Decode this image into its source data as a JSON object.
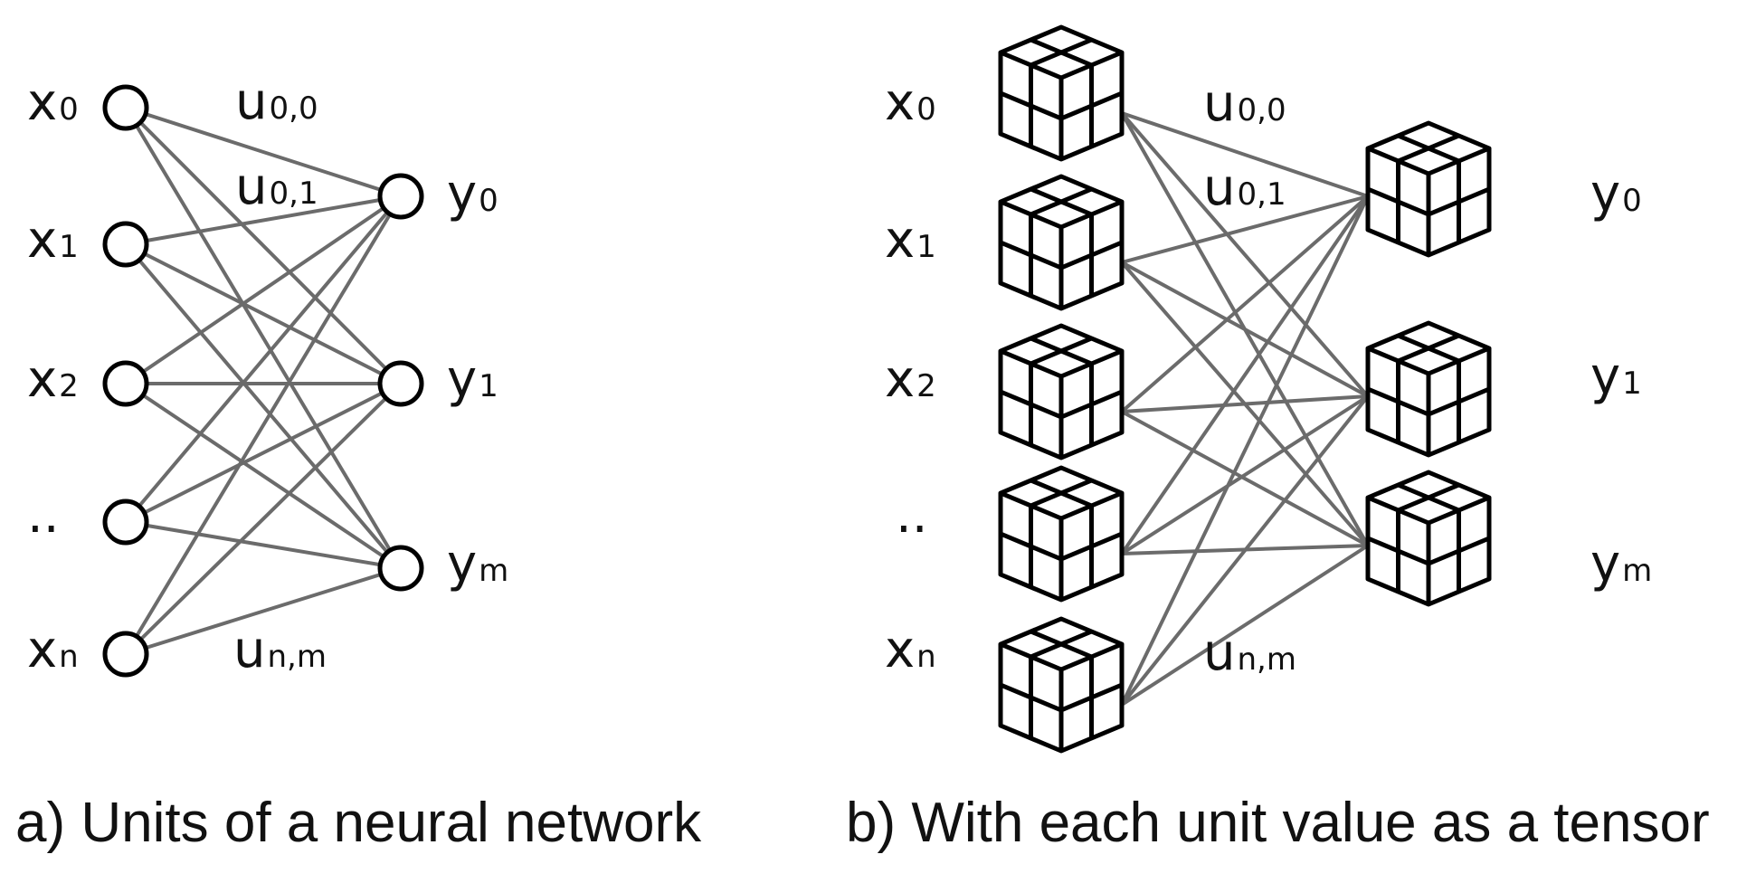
{
  "panel_a": {
    "caption": "a) Units of a neural network",
    "inputs": [
      {
        "base": "x",
        "sub": "0"
      },
      {
        "base": "x",
        "sub": "1"
      },
      {
        "base": "x",
        "sub": "2"
      },
      {
        "base": "..",
        "sub": ""
      },
      {
        "base": "x",
        "sub": "n"
      }
    ],
    "outputs": [
      {
        "base": "y",
        "sub": "0"
      },
      {
        "base": "y",
        "sub": "1"
      },
      {
        "base": "y",
        "sub": "m"
      }
    ],
    "weights": [
      {
        "base": "u",
        "sub": "0,0"
      },
      {
        "base": "u",
        "sub": "0,1"
      },
      {
        "base": "u",
        "sub": "n,m"
      }
    ],
    "node_shape": "circle"
  },
  "panel_b": {
    "caption": "b) With each unit value as a tensor",
    "inputs": [
      {
        "base": "x",
        "sub": "0"
      },
      {
        "base": "x",
        "sub": "1"
      },
      {
        "base": "x",
        "sub": "2"
      },
      {
        "base": "..",
        "sub": ""
      },
      {
        "base": "x",
        "sub": "n"
      }
    ],
    "outputs": [
      {
        "base": "y",
        "sub": "0"
      },
      {
        "base": "y",
        "sub": "1"
      },
      {
        "base": "y",
        "sub": "m"
      }
    ],
    "weights": [
      {
        "base": "u",
        "sub": "0,0"
      },
      {
        "base": "u",
        "sub": "0,1"
      },
      {
        "base": "u",
        "sub": "n,m"
      }
    ],
    "node_shape": "2x2x2 cube tensor"
  },
  "colors": {
    "edge": "#6b6b6b",
    "node_stroke": "#000000",
    "text": "#111111",
    "background": "#ffffff"
  }
}
